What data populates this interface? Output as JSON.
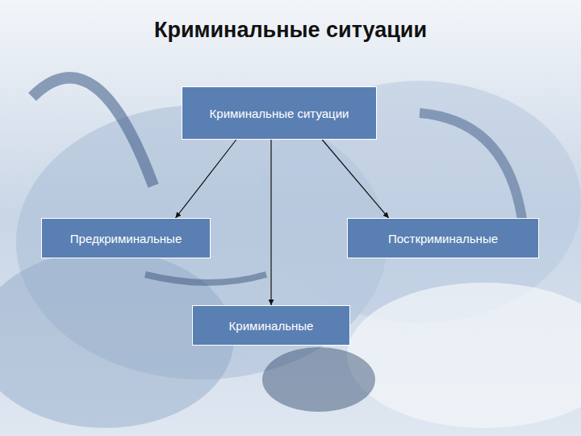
{
  "diagram": {
    "title": "Криминальные ситуации",
    "nodes": [
      {
        "text": [
          "Криминальные ситуации"
        ]
      },
      {
        "text": [
          "Предкриминальные"
        ]
      },
      {
        "text": [
          "Посткриминальные"
        ]
      },
      {
        "text": [
          "Криминальные"
        ]
      }
    ],
    "edges": [
      {
        "from": 0,
        "to": 1,
        "arrow": "to"
      },
      {
        "from": 0,
        "to": 3,
        "arrow": "to"
      },
      {
        "from": 0,
        "to": 2,
        "arrow": "to"
      }
    ]
  }
}
